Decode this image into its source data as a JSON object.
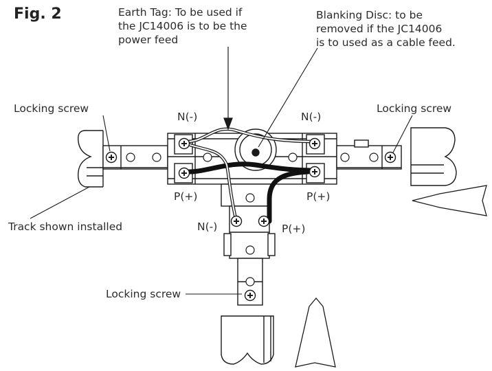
{
  "figure_title": "Fig. 2",
  "labels": {
    "earth_tag": [
      "Earth Tag: To be used if",
      "the JC14006 is to be the",
      "power feed"
    ],
    "blanking_disc": [
      "Blanking Disc: to be",
      "removed if the JC14006",
      "is to used as a cable feed."
    ],
    "locking_screw_left": "Locking screw",
    "locking_screw_right": "Locking screw",
    "locking_screw_bottom": "Locking screw",
    "track_installed": "Track shown installed",
    "n_left": "N(-)",
    "n_right": "N(-)",
    "p_left": "P(+)",
    "p_right": "P(+)",
    "n_bottom": "N(-)",
    "p_bottom": "P(+)"
  },
  "colors": {
    "line": "#1a1a1a",
    "cable": "#111111",
    "paper": "#ffffff"
  }
}
